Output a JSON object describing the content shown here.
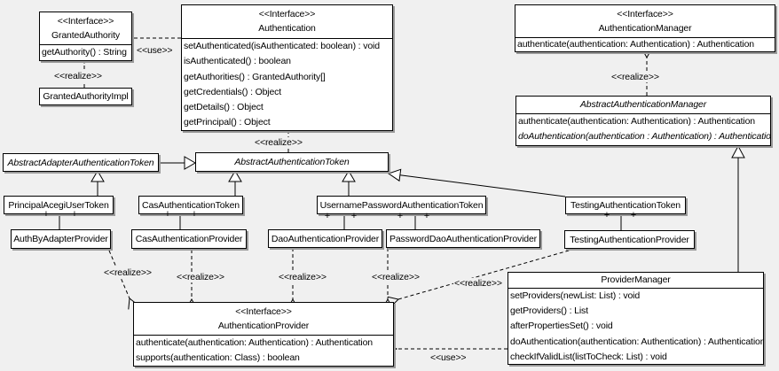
{
  "labels": {
    "use": "<<use>>",
    "realize": "<<realize>>",
    "plus": "+"
  },
  "colors": {
    "background": "#f0f0f0",
    "box_fill": "#ffffff",
    "line": "#000000",
    "shadow": "#9a9a9a"
  },
  "classes": {
    "granted_authority": {
      "stereotype": "<<Interface>>",
      "name": "GrantedAuthority",
      "methods": [
        "getAuthority() : String"
      ]
    },
    "granted_authority_impl": {
      "name": "GrantedAuthorityImpl"
    },
    "authentication": {
      "stereotype": "<<Interface>>",
      "name": "Authentication",
      "methods": [
        "setAuthenticated(isAuthenticated: boolean) : void",
        "isAuthenticated() : boolean",
        "getAuthorities() : GrantedAuthority[]",
        "getCredentials() : Object",
        "getDetails() : Object",
        "getPrincipal() : Object"
      ]
    },
    "authentication_manager": {
      "stereotype": "<<Interface>>",
      "name": "AuthenticationManager",
      "methods": [
        "authenticate(authentication: Authentication) : Authentication"
      ]
    },
    "abstract_authentication_manager": {
      "name": "AbstractAuthenticationManager",
      "methods": [
        "authenticate(authentication: Authentication) : Authentication",
        "doAuthentication(authentication : Authentication) : Authentication"
      ]
    },
    "abstract_adapter_authentication_token": {
      "name": "AbstractAdapterAuthenticationToken"
    },
    "abstract_authentication_token": {
      "name": "AbstractAuthenticationToken"
    },
    "principal_acegi_user_token": {
      "name": "PrincipalAcegiUserToken"
    },
    "cas_authentication_token": {
      "name": "CasAuthenticationToken"
    },
    "username_password_authentication_token": {
      "name": "UsernamePasswordAuthenticationToken"
    },
    "testing_authentication_token": {
      "name": "TestingAuthenticationToken"
    },
    "auth_by_adapter_provider": {
      "name": "AuthByAdapterProvider"
    },
    "cas_authentication_provider": {
      "name": "CasAuthenticationProvider"
    },
    "dao_authentication_provider": {
      "name": "DaoAuthenticationProvider"
    },
    "password_dao_authentication_provider": {
      "name": "PasswordDaoAuthenticationProvider"
    },
    "testing_authentication_provider": {
      "name": "TestingAuthenticationProvider"
    },
    "authentication_provider": {
      "stereotype": "<<Interface>>",
      "name": "AuthenticationProvider",
      "methods": [
        "authenticate(authentication: Authentication) : Authentication",
        "supports(authentication: Class) : boolean"
      ]
    },
    "provider_manager": {
      "name": "ProviderManager",
      "methods": [
        "setProviders(newList: List) : void",
        "getProviders() : List",
        "afterPropertiesSet() : void",
        "doAuthentication(authentication: Authentication) : Authentication",
        "checkIfValidList(listToCheck: List) : void"
      ]
    }
  }
}
